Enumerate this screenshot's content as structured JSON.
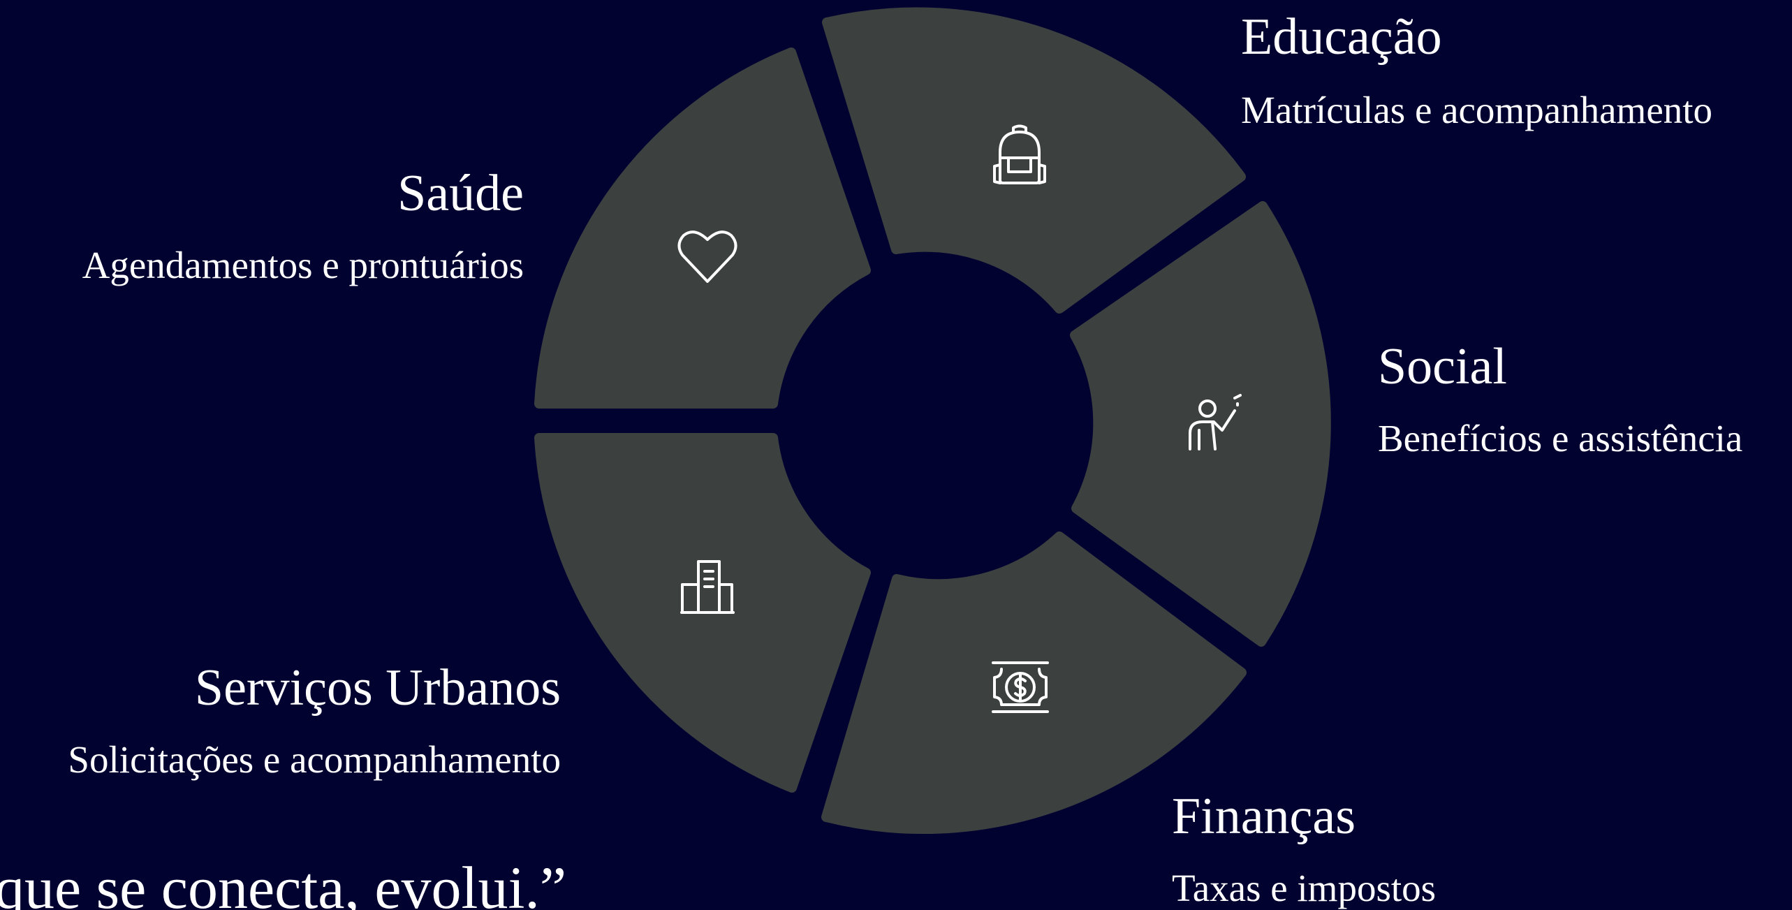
{
  "segments": [
    {
      "id": "educacao",
      "title": "Educação",
      "subtitle": "Matrículas e acompanhamento",
      "icon": "backpack-icon"
    },
    {
      "id": "social",
      "title": "Social",
      "subtitle": "Benefícios e assistência",
      "icon": "person-presenting-icon"
    },
    {
      "id": "financas",
      "title": "Finanças",
      "subtitle": "Taxas e impostos",
      "icon": "money-bill-icon"
    },
    {
      "id": "servicos-urbanos",
      "title": "Serviços Urbanos",
      "subtitle": "Solicitações e acompanhamento",
      "icon": "buildings-icon"
    },
    {
      "id": "saude",
      "title": "Saúde",
      "subtitle": "Agendamentos e prontuários",
      "icon": "heart-icon"
    }
  ],
  "quote": "que se conecta, evolui.”",
  "colors": {
    "background": "#020231",
    "segment": "#3c4140",
    "text": "#ffffff"
  }
}
